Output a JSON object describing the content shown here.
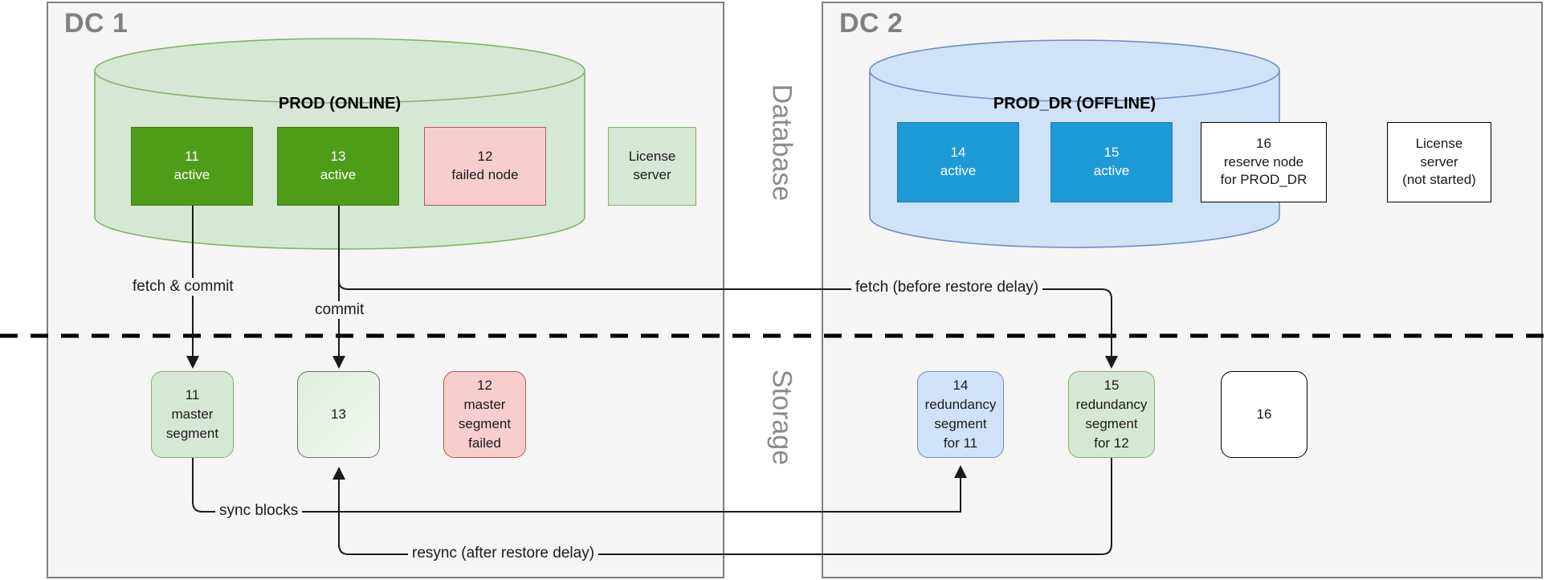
{
  "bands": {
    "database_label": "Database",
    "storage_label": "Storage"
  },
  "dc1": {
    "title": "DC 1",
    "cylinder_title": "PROD (ONLINE)",
    "db_nodes": [
      {
        "id": "11",
        "line1": "11",
        "line2": "active",
        "style": "green"
      },
      {
        "id": "13",
        "line1": "13",
        "line2": "active",
        "style": "green"
      },
      {
        "id": "12",
        "line1": "12",
        "line2": "failed node",
        "style": "red"
      }
    ],
    "license": {
      "line1": "License",
      "line2": "server"
    },
    "storage_nodes": [
      {
        "id": "11",
        "line1": "11",
        "line2": "master",
        "line3": "segment",
        "line4": "",
        "style": "green"
      },
      {
        "id": "13",
        "line1": "13",
        "line2": "",
        "line3": "",
        "line4": "",
        "style": "grey"
      },
      {
        "id": "12",
        "line1": "12",
        "line2": "master",
        "line3": "segment",
        "line4": "failed",
        "style": "red"
      }
    ]
  },
  "dc2": {
    "title": "DC 2",
    "cylinder_title": "PROD_DR (OFFLINE)",
    "db_nodes": [
      {
        "id": "14",
        "line1": "14",
        "line2": "active",
        "style": "blue"
      },
      {
        "id": "15",
        "line1": "15",
        "line2": "active",
        "style": "blue"
      },
      {
        "id": "16",
        "line1": "16",
        "line2": "reserve node",
        "line3": "for PROD_DR",
        "style": "white"
      }
    ],
    "license": {
      "line1": "License",
      "line2": "server",
      "line3": "(not started)"
    },
    "storage_nodes": [
      {
        "id": "14",
        "line1": "14",
        "line2": "redundancy",
        "line3": "segment",
        "line4": "for 11",
        "style": "blue"
      },
      {
        "id": "15",
        "line1": "15",
        "line2": "redundancy",
        "line3": "segment",
        "line4": "for 12",
        "style": "green"
      },
      {
        "id": "16",
        "line1": "16",
        "line2": "",
        "line3": "",
        "line4": "",
        "style": "white"
      }
    ]
  },
  "edges": {
    "fetch_commit": "fetch & commit",
    "commit": "commit",
    "fetch_before_restore": "fetch (before restore delay)",
    "sync_blocks": "sync blocks",
    "resync_after_restore": "resync (after restore delay)"
  },
  "colors": {
    "panel_bg": "#f5f5f5",
    "panel_border": "#808080",
    "green_fill": "#d5e8d4",
    "green_stroke": "#82b366",
    "green_node": "#4f9c18",
    "blue_fill": "#cfe2f7",
    "blue_stroke": "#6c8ebf",
    "blue_node": "#1e9ad6",
    "red_fill": "#f8cecc",
    "red_stroke": "#b85450",
    "label_grey": "#8c8c8c",
    "line": "#1a1a1a"
  }
}
